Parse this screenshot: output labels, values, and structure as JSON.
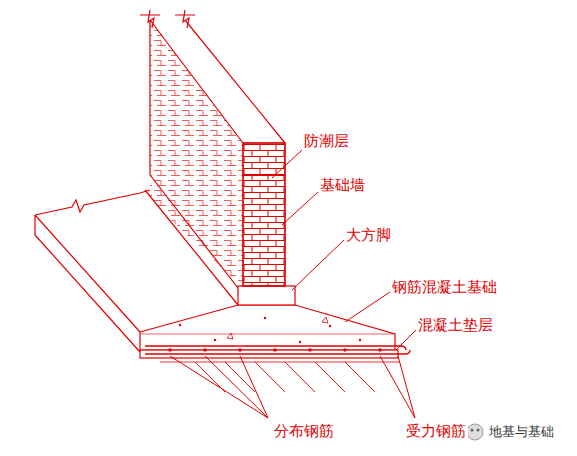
{
  "diagram": {
    "labels": [
      "防潮层",
      "基础墙",
      "大方脚",
      "钢筋混凝土基础",
      "混凝土垫层",
      "分布钢筋",
      "受力钢筋",
      "地基与基础"
    ]
  }
}
